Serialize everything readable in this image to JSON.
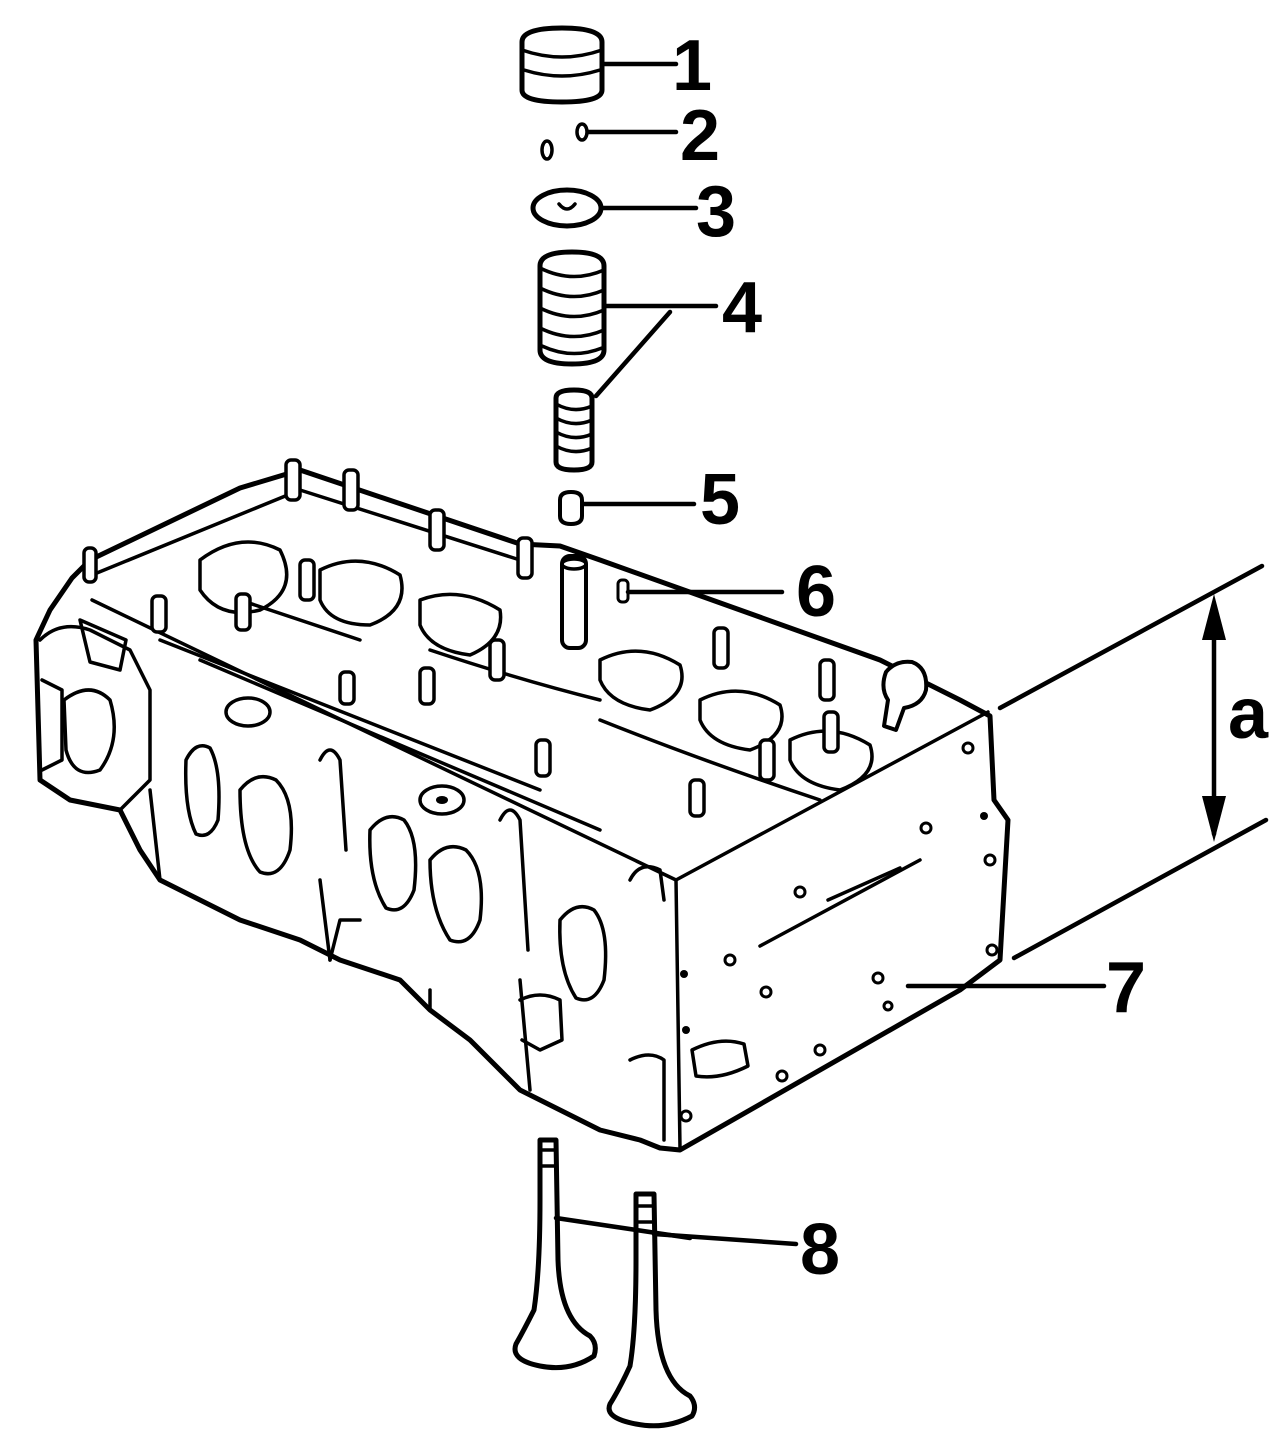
{
  "callouts": {
    "c1": "1",
    "c2": "2",
    "c3": "3",
    "c4": "4",
    "c5": "5",
    "c6": "6",
    "c7": "7",
    "c8": "8",
    "dimension": "a"
  },
  "colors": {
    "line": "#000000",
    "background": "#ffffff"
  }
}
